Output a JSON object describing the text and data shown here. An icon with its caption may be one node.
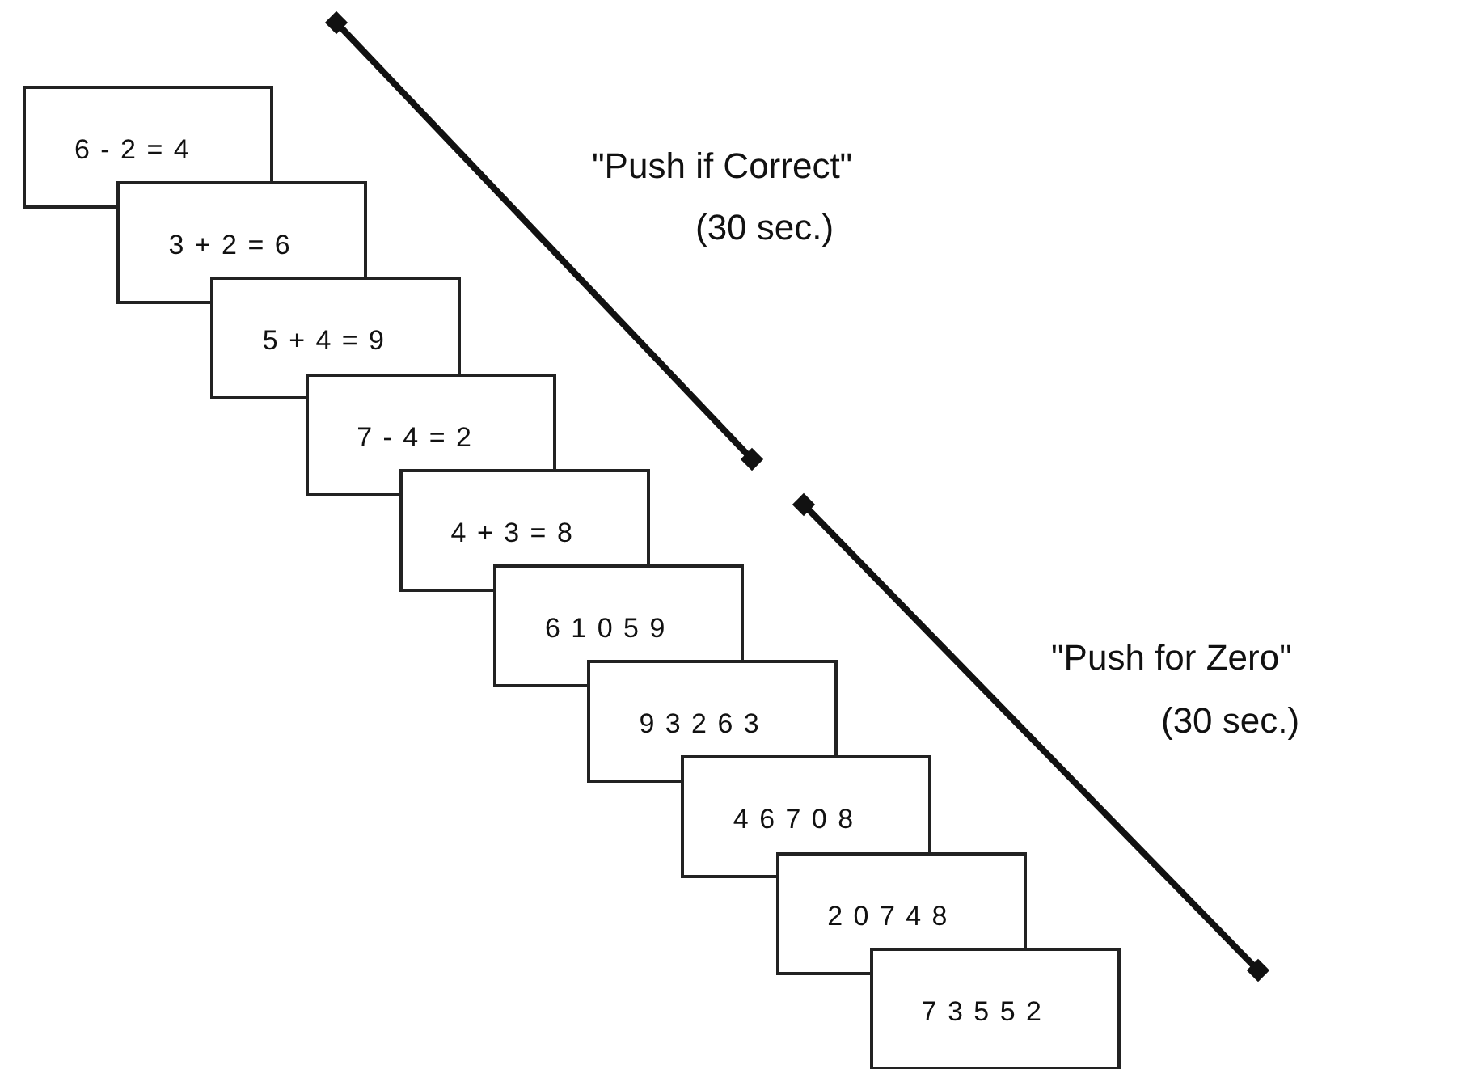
{
  "diagram": {
    "nodes": [
      {
        "text": [
          "6 - 2 = 4"
        ]
      },
      {
        "text": [
          "3 + 2 = 6"
        ]
      },
      {
        "text": [
          "5 + 4 = 9"
        ]
      },
      {
        "text": [
          "7 - 4 = 2"
        ]
      },
      {
        "text": [
          "4 + 3 = 8"
        ]
      },
      {
        "text": [
          "6 1 0 5 9"
        ]
      },
      {
        "text": [
          "9 3 2 6 3"
        ]
      },
      {
        "text": [
          "4 6 7 0 8"
        ]
      },
      {
        "text": [
          "2 0 7 4 8"
        ]
      },
      {
        "text": [
          "7 3 5 5 2"
        ]
      }
    ],
    "labels": [
      "\"Push if Correct\"",
      "(30 sec.)",
      "\"Push for Zero\"",
      "(30 sec.)"
    ]
  }
}
